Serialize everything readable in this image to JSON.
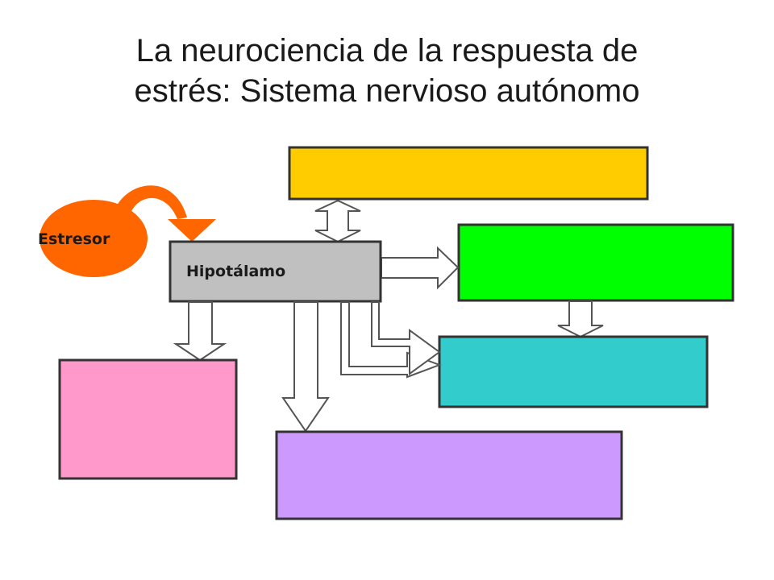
{
  "slide": {
    "title_line1": "La neurociencia de la respuesta de",
    "title_line2": "estrés: Sistema nervioso autónomo"
  },
  "diagram": {
    "stressor": {
      "label": "Estresor",
      "color": "#ff6600"
    },
    "hypothalamus": {
      "label": "Hipotálamo",
      "color": "#c0c0c0"
    },
    "boxes": {
      "top_color": "#ffcc00",
      "right_upper_color": "#00ff00",
      "right_lower_color": "#33cccc",
      "left_color": "#ff99cc",
      "bottom_color": "#cc99ff"
    },
    "arrow_fill": "#ffffff",
    "stroke": "#333333"
  }
}
